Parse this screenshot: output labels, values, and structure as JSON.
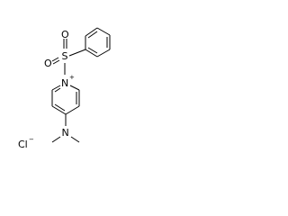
{
  "structure": {
    "atoms": {
      "sulfur": "S",
      "oxygen_top": "O",
      "oxygen_left": "O",
      "pyridinium_nitrogen": "N",
      "nitrogen_charge": "+",
      "amine_nitrogen": "N",
      "chlorine": "Cl",
      "chloride_charge": "−"
    }
  }
}
